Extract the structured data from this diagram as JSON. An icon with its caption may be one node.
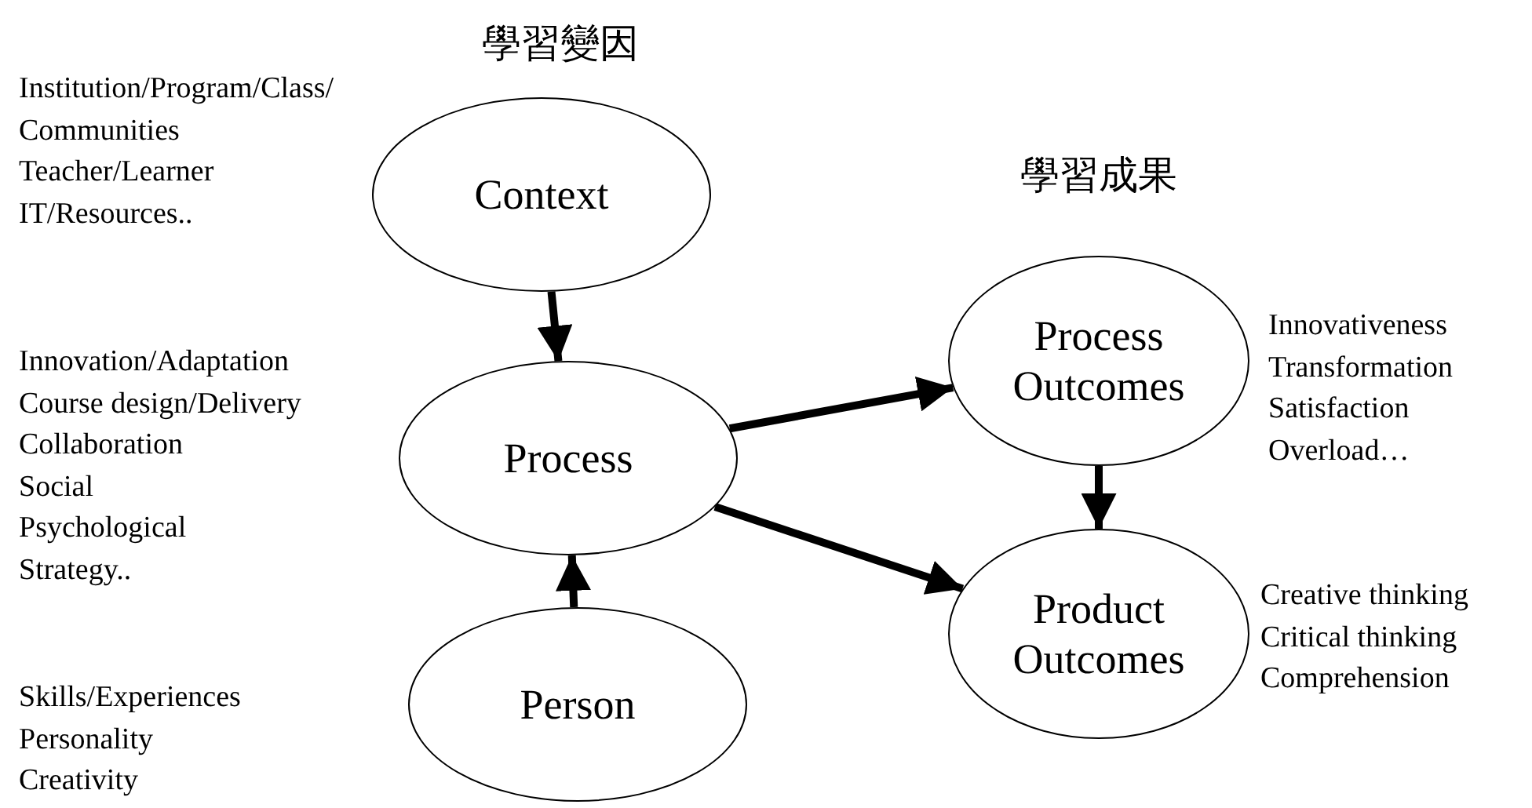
{
  "diagram": {
    "nodes": [
      {
        "text": [
          "Context"
        ],
        "beside": [
          "Institution/Program/Class/",
          "Communities",
          "Teacher/Learner",
          "IT/Resources.."
        ]
      },
      {
        "text": [
          "Process"
        ],
        "beside": [
          "Innovation/Adaptation",
          "Course design/Delivery",
          "Collaboration",
          "Social",
          "Psychological",
          "Strategy.."
        ]
      },
      {
        "text": [
          "Person"
        ],
        "beside": [
          "Skills/Experiences",
          "Personality",
          "Creativity"
        ]
      },
      {
        "text": [
          "Process Outcomes"
        ],
        "beside": [
          "Innovativeness",
          "Transformation",
          "Satisfaction",
          "Overload…"
        ]
      },
      {
        "text": [
          "Product Outcomes"
        ],
        "beside": [
          "Creative thinking",
          "Critical thinking",
          "Comprehension"
        ]
      }
    ],
    "edges": [
      {
        "from": 0,
        "to": 1,
        "arrow": "to"
      },
      {
        "from": 2,
        "to": 1,
        "arrow": "to"
      },
      {
        "from": 1,
        "to": 3,
        "arrow": "to"
      },
      {
        "from": 1,
        "to": 4,
        "arrow": "to"
      },
      {
        "from": 3,
        "to": 4,
        "arrow": "to"
      }
    ],
    "labels": [
      "學習變因",
      "學習成果"
    ]
  }
}
